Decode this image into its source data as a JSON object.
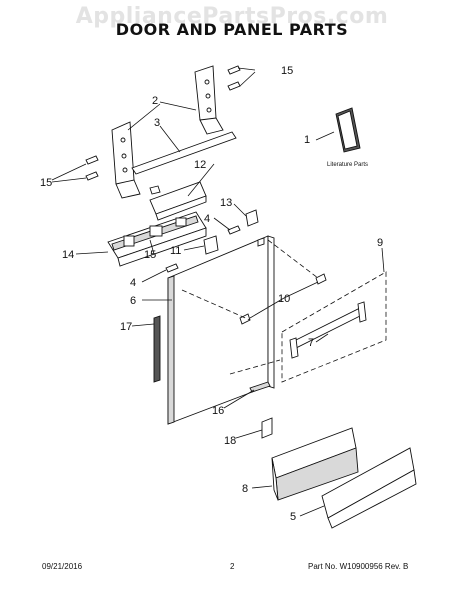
{
  "watermark": "AppliancePartsPros.com",
  "title": "DOOR AND PANEL PARTS",
  "literature_label": "Literature Parts",
  "callouts": {
    "c1": "1",
    "c2": "2",
    "c3": "3",
    "c4a": "4",
    "c4b": "4",
    "c5": "5",
    "c6": "6",
    "c7": "7",
    "c8": "8",
    "c9": "9",
    "c10": "10",
    "c11": "11",
    "c12": "12",
    "c13": "13",
    "c14": "14",
    "c15a": "15",
    "c15b": "15",
    "c15c": "15",
    "c16": "16",
    "c17": "17",
    "c18": "18"
  },
  "footer": {
    "date": "09/21/2016",
    "page": "2",
    "part_no": "Part No. W10900956  Rev. B"
  }
}
